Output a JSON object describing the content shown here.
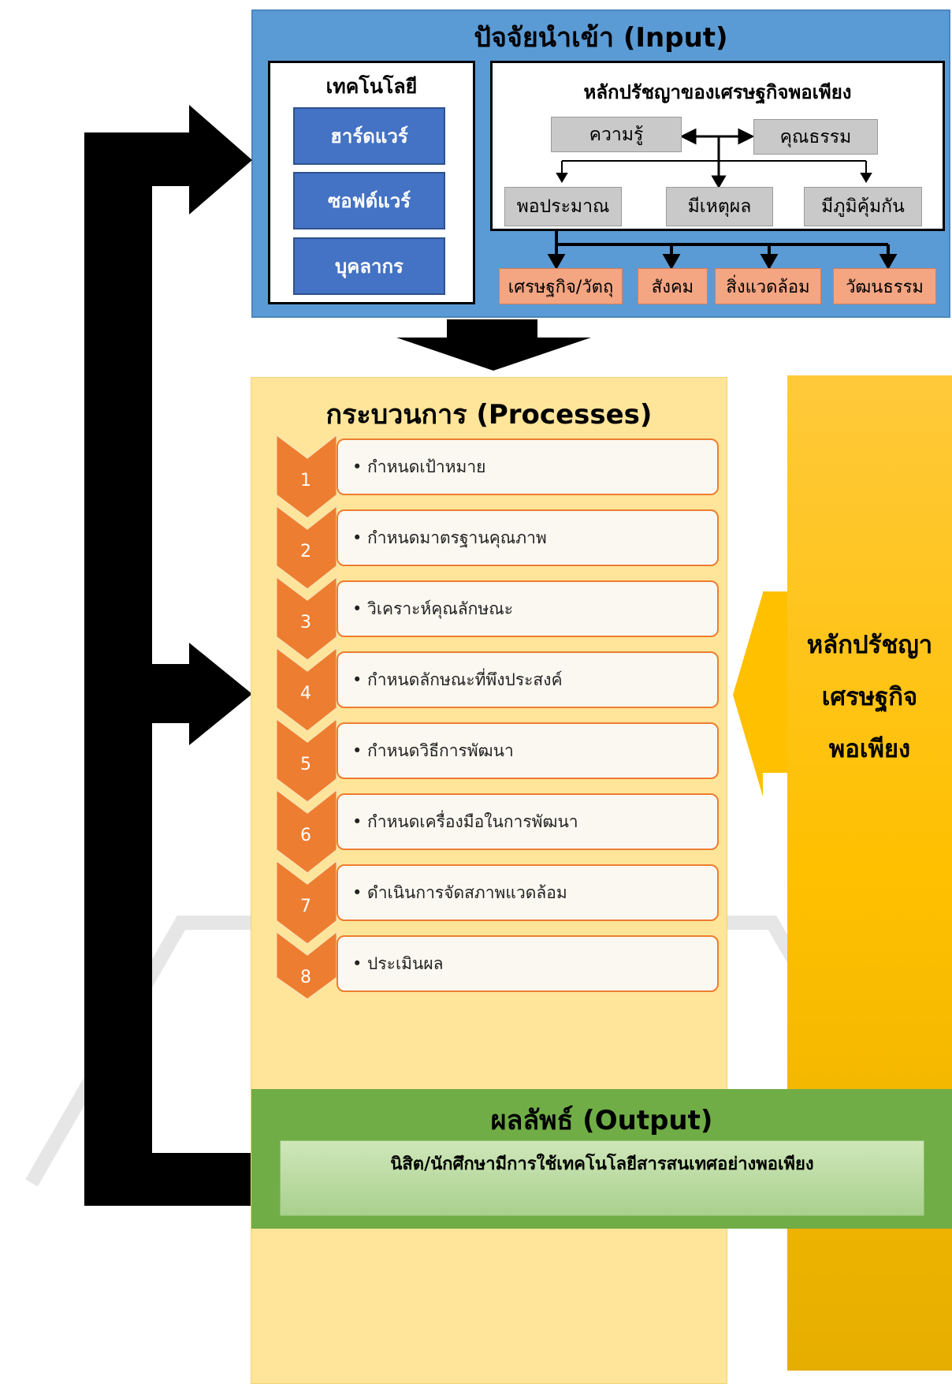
{
  "input": {
    "title": "ปัจจัยนำเข้า (Input)",
    "technology": {
      "title": "เทคโนโลยี",
      "items": [
        "ฮาร์ดแวร์",
        "ซอฟต์แวร์",
        "บุคลากร"
      ]
    },
    "philosophy": {
      "title": "หลักปรัชญาของเศรษฐกิจพอเพียง",
      "conditions": [
        "ความรู้",
        "คุณธรรม"
      ],
      "principles": [
        "พอประมาณ",
        "มีเหตุผล",
        "มีภูมิคุ้มกัน"
      ],
      "dimensions": [
        "เศรษฐกิจ/วัตถุ",
        "สังคม",
        "สิ่งแวดล้อม",
        "วัฒนธรรม"
      ]
    }
  },
  "process": {
    "title": "กระบวนการ (Processes)",
    "steps": [
      {
        "num": "1",
        "label": "• กำหนดเป้าหมาย"
      },
      {
        "num": "2",
        "label": "• กำหนดมาตรฐานคุณภาพ"
      },
      {
        "num": "3",
        "label": "• วิเคราะห์คุณลักษณะ"
      },
      {
        "num": "4",
        "label": "• กำหนดลักษณะที่พึงประสงค์"
      },
      {
        "num": "5",
        "label": "• กำหนดวิธีการพัฒนา"
      },
      {
        "num": "6",
        "label": "• กำหนดเครื่องมือในการพัฒนา"
      },
      {
        "num": "7",
        "label": "•  ดำเนินการจัดสภาพแวดล้อม"
      },
      {
        "num": "8",
        "label": "• ประเมินผล"
      }
    ]
  },
  "sufficiency": {
    "lines": [
      "หลักปรัชญา",
      "เศรษฐกิจ",
      "พอเพียง"
    ]
  },
  "output": {
    "title": "ผลลัพธ์ (Output)",
    "text": "นิสิต/นักศึกษามีการใช้เทคโนโลยีสารสนเทศอย่างพอเพียง"
  },
  "colors": {
    "input_bg": "#5b9bd5",
    "tech_item": "#4472c4",
    "process_bg": "#ffe599",
    "step_chevron": "#ed7d31",
    "side_bg": "#ffc000",
    "output_bg": "#70ad47"
  }
}
